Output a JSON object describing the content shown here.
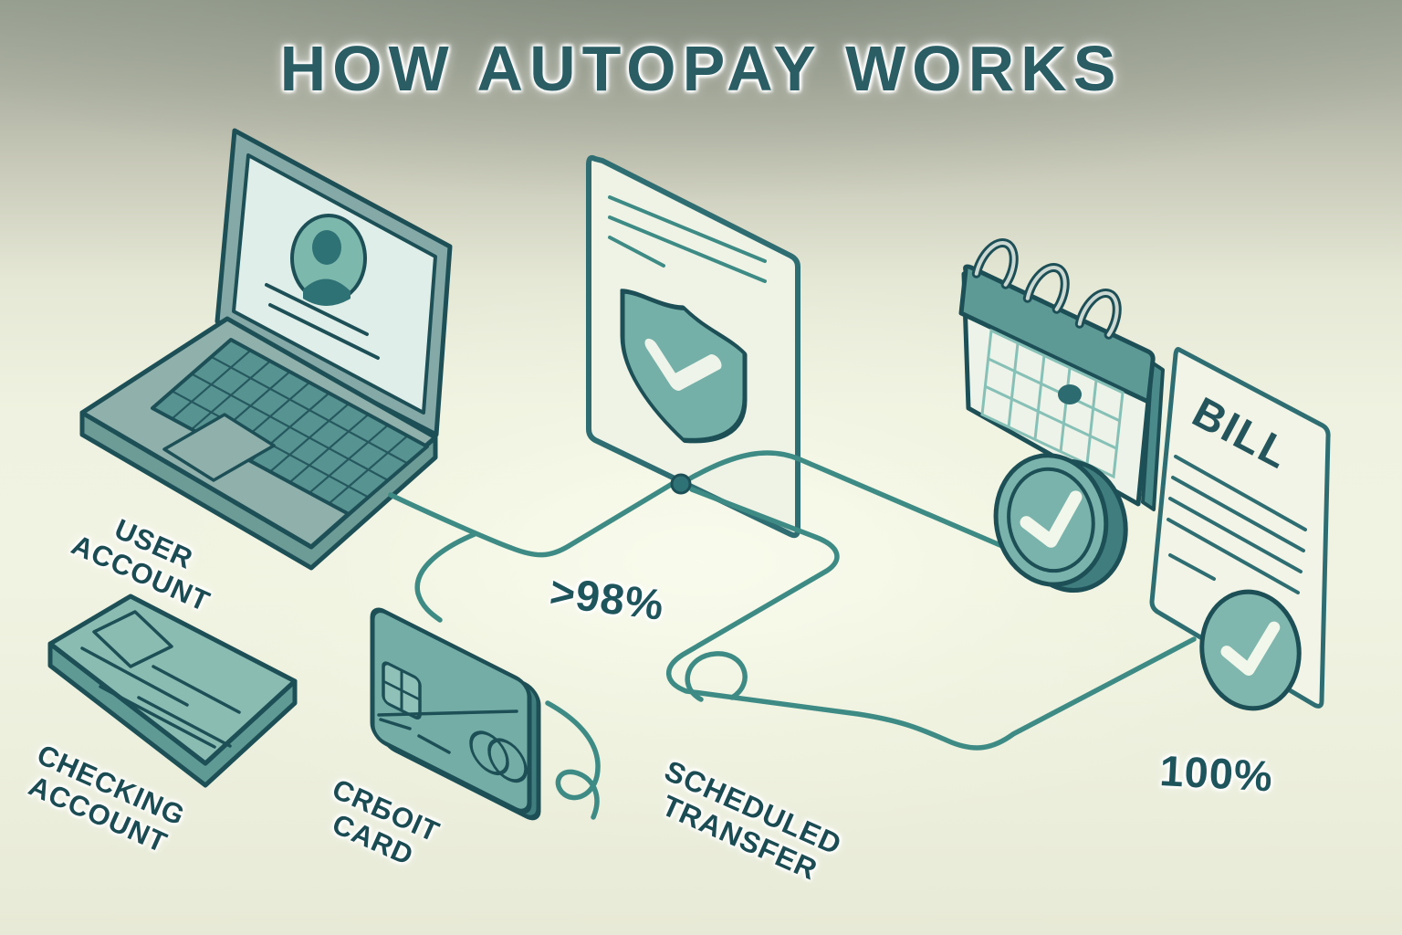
{
  "title": "HOW AUTOPAY WORKS",
  "labels": {
    "user_account": {
      "line1": "USER",
      "line2": "ACCOUNT"
    },
    "checking_account": {
      "line1": "CHECKING",
      "line2": "ACCOUNT"
    },
    "credit_card": {
      "line1": "CRБOIT",
      "line2": "CARD"
    },
    "scheduled_transfer": {
      "line1": "SCHEDULED",
      "line2": "TRANSFER"
    }
  },
  "stats": {
    "transfer_success_rate": ">98%",
    "bill_completion": "100%"
  },
  "documents": {
    "bill_title": "BILL"
  },
  "icons": {
    "laptop-user-icon": "isometric laptop with user avatar on screen",
    "checkbook-icon": "isometric checkbook slab",
    "credit-card-icon": "isometric credit card with chip and dual circles",
    "shield-check-document-icon": "document with shield and checkmark",
    "calendar-icon": "spiral-bound calendar with marked date dot",
    "coin-check-icon": "coin badge with checkmark",
    "bill-check-document-icon": "bill document with checkmark badge",
    "connector-node-icon": "junction dot on flow line"
  },
  "colors": {
    "ink": "#1d4f57",
    "wire": "#3e8b86",
    "teal_mid": "#76afa8",
    "teal_light": "#94c2ba",
    "teal_dark": "#2e6e72",
    "paper": "#f1f4e5",
    "background": "#eff1df"
  }
}
